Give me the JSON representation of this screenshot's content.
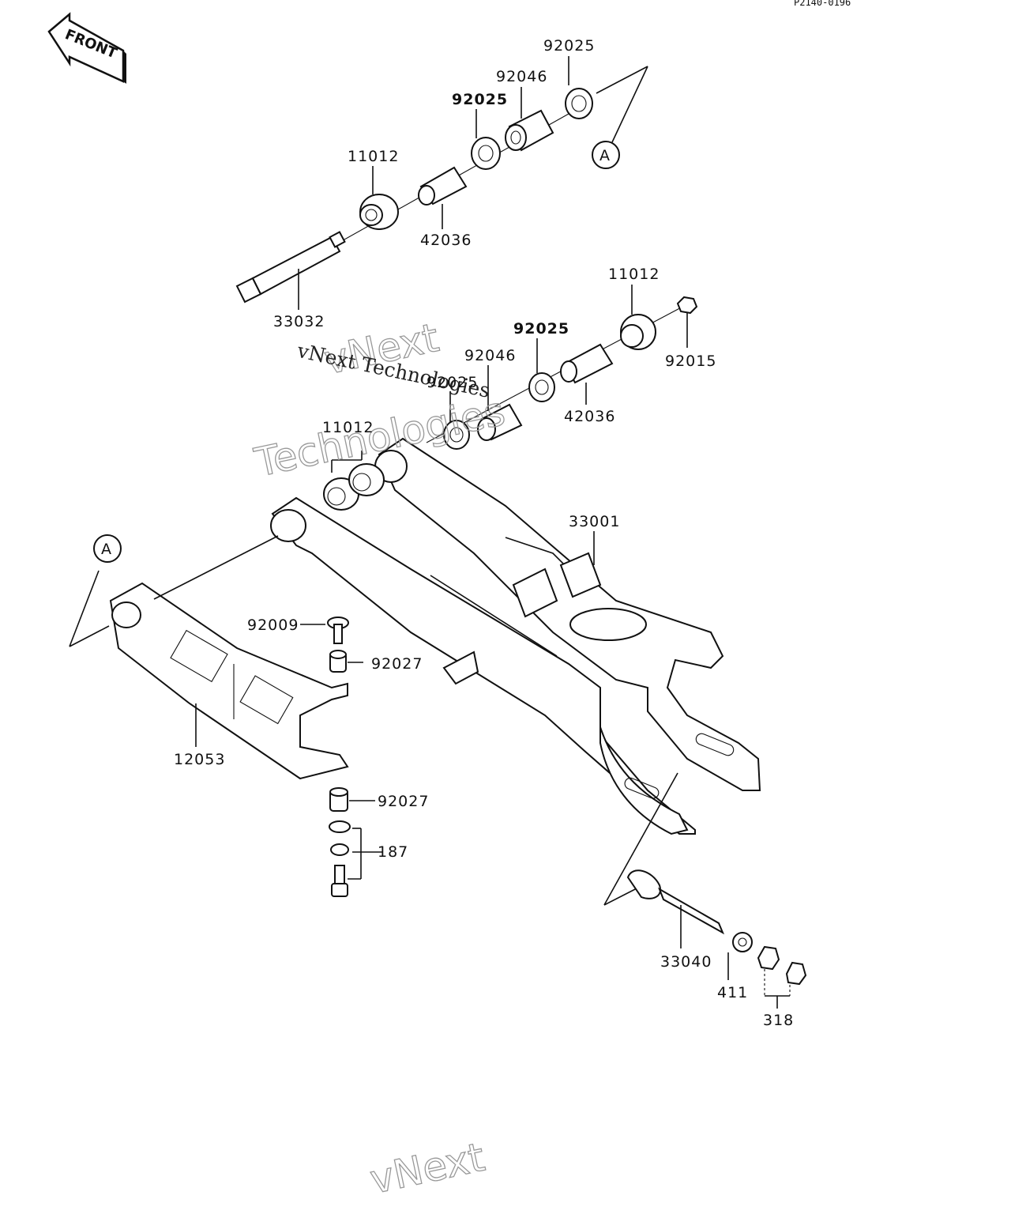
{
  "diagram": {
    "ref_code": "P2140-0196",
    "front_label": "FRONT",
    "detail_marker": "A",
    "watermark": {
      "line1": "vNext",
      "line2": "Technologies",
      "inline": "vNext Technologies",
      "bottom": "vNext"
    },
    "part_labels": {
      "p92025_top": "92025",
      "p92046_top": "92046",
      "p92025_left": "92025",
      "p11012_top": "11012",
      "p42036_top": "42036",
      "p33032": "33032",
      "p11012_right": "11012",
      "p92015": "92015",
      "p92025_mid": "92025",
      "p92046_mid": "92046",
      "p92025_low": "92025",
      "p42036_mid": "42036",
      "p11012_mid": "11012",
      "p33001": "33001",
      "p92009": "92009",
      "p92027_a": "92027",
      "p12053": "12053",
      "p92027_b": "92027",
      "p187": "187",
      "p33040": "33040",
      "p411": "411",
      "p318": "318"
    }
  }
}
